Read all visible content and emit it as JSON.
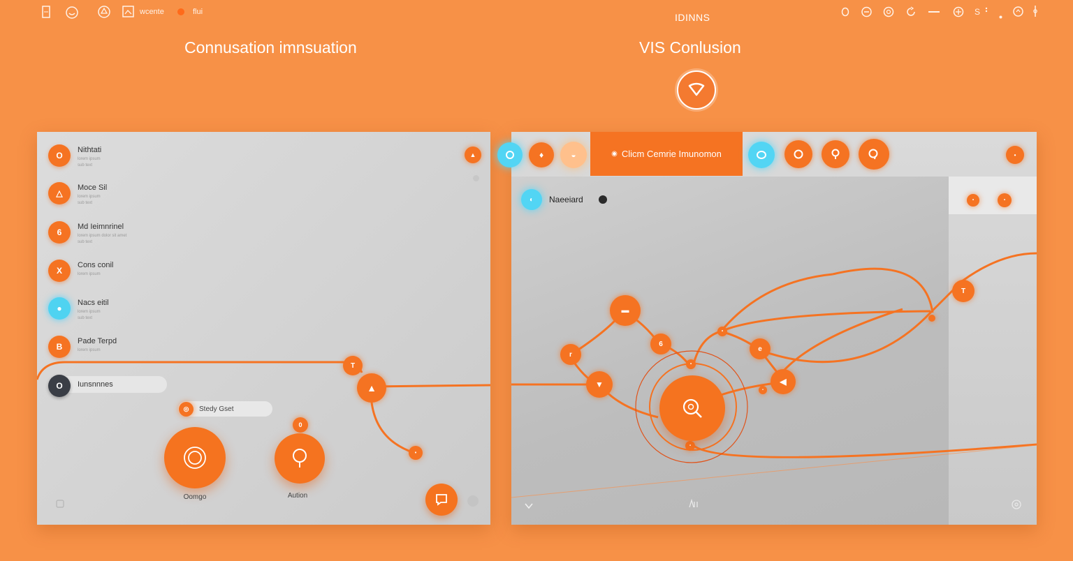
{
  "topbar": {
    "left_icons": [
      "document-icon",
      "smile-icon",
      "bell-icon",
      "image-icon"
    ],
    "left_label_1": "wcente",
    "left_label_2": "flui",
    "app_title": "IDINNS",
    "right_icons": [
      "circle-icon",
      "minus-circle-icon",
      "circle-icon",
      "refresh-icon",
      "dash-icon",
      "plus-circle-icon",
      "menu-icon",
      "dot-icon",
      "power-icon",
      "pin-icon"
    ],
    "right_label": "S"
  },
  "headings": {
    "left": "Connusation imnsuation",
    "right": "VIS Conlusion"
  },
  "left_panel": {
    "items": [
      {
        "title": "Nithtati",
        "sub": "lorem ipsum\nsub text",
        "icon": "O",
        "variant": "orange"
      },
      {
        "title": "Moce Sil",
        "sub": "lorem ipsum\nsub text",
        "icon": "△",
        "variant": "orange"
      },
      {
        "title": "Md Ieimnrinel",
        "sub": "lorem ipsum dolor sit amet\nsub text",
        "icon": "6",
        "variant": "orange"
      },
      {
        "title": "Cons conil",
        "sub": "lorem ipsum",
        "icon": "X",
        "variant": "orange"
      },
      {
        "title": "Nacs eitil",
        "sub": "lorem ipsum\nsub text",
        "icon": "●",
        "variant": "cyan"
      },
      {
        "title": "Pade Terpd",
        "sub": "lorem ipsum",
        "icon": "B",
        "variant": "orange"
      },
      {
        "title": "Iunsnnnes",
        "sub": "",
        "icon": "O",
        "variant": "dark"
      }
    ],
    "pill_label": "Stedy Gset",
    "buttons": [
      {
        "label": "Oomgo"
      },
      {
        "label": "Aution"
      }
    ]
  },
  "right_panel": {
    "active_tab": "Clicm Cemrie Imunomon",
    "inner_title": "Naeeiard",
    "bottom_icons": [
      "chevron-down-icon",
      "text-icon",
      "settings-icon"
    ]
  },
  "colors": {
    "background": "#f79147",
    "accent": "#f57322",
    "cyan": "#52d5f4",
    "panel": "#d6d6d6"
  }
}
